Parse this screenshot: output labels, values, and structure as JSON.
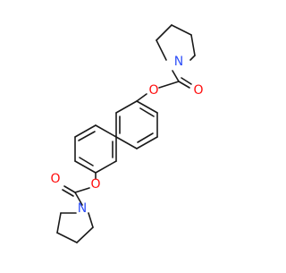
{
  "molecule": {
    "atom_labels": {
      "n_top": "N",
      "o_carbonyl_top": "O",
      "o_ester_top": "O",
      "o_ester_bottom": "O",
      "o_carbonyl_bottom": "O",
      "n_bottom": "N"
    },
    "colors": {
      "bond": "#1a1a1a",
      "oxygen": "#ff0d0d",
      "nitrogen": "#3050f8"
    }
  }
}
